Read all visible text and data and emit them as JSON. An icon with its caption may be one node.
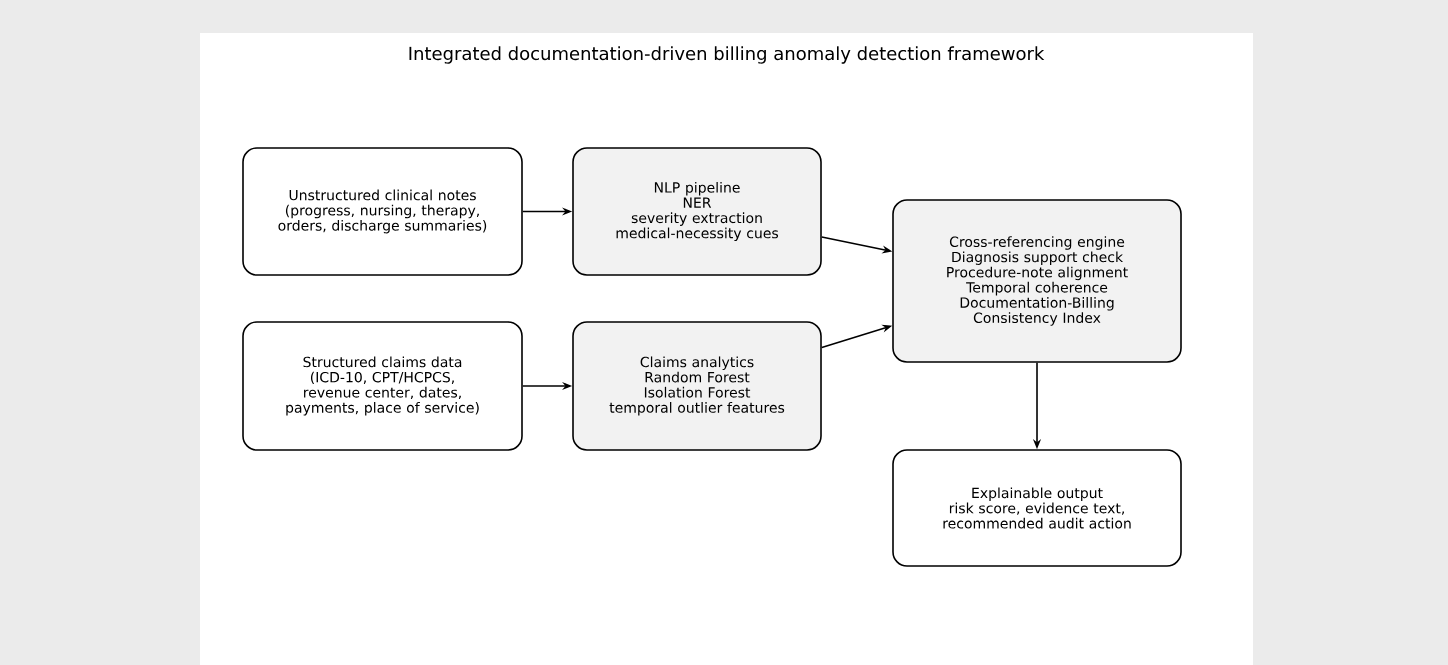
{
  "diagram": {
    "title": "Integrated documentation-driven billing anomaly detection framework",
    "nodes": [
      {
        "text": [
          "Unstructured clinical notes",
          "(progress, nursing, therapy, orders, discharge summaries)"
        ]
      },
      {
        "text": [
          "NLP pipeline",
          "NER",
          "severity extraction",
          "medical-necessity cues"
        ]
      },
      {
        "text": [
          "Structured claims data",
          "(ICD-10, CPT/HCPCS, revenue center, dates, payments, place of service)"
        ]
      },
      {
        "text": [
          "Claims analytics",
          "Random Forest",
          "Isolation Forest",
          "temporal outlier features"
        ]
      },
      {
        "text": [
          "Cross-referencing engine",
          "Diagnosis support check",
          "Procedure-note alignment",
          "Temporal coherence",
          "Documentation-Billing Consistency Index"
        ]
      },
      {
        "text": [
          "Explainable output",
          "risk score, evidence text, recommended audit action"
        ]
      }
    ],
    "edges": [
      {
        "from": 0,
        "to": 1,
        "arrow": "to"
      },
      {
        "from": 2,
        "to": 3,
        "arrow": "to"
      },
      {
        "from": 1,
        "to": 4,
        "arrow": "to"
      },
      {
        "from": 3,
        "to": 4,
        "arrow": "to"
      },
      {
        "from": 4,
        "to": 5,
        "arrow": "to"
      }
    ]
  }
}
